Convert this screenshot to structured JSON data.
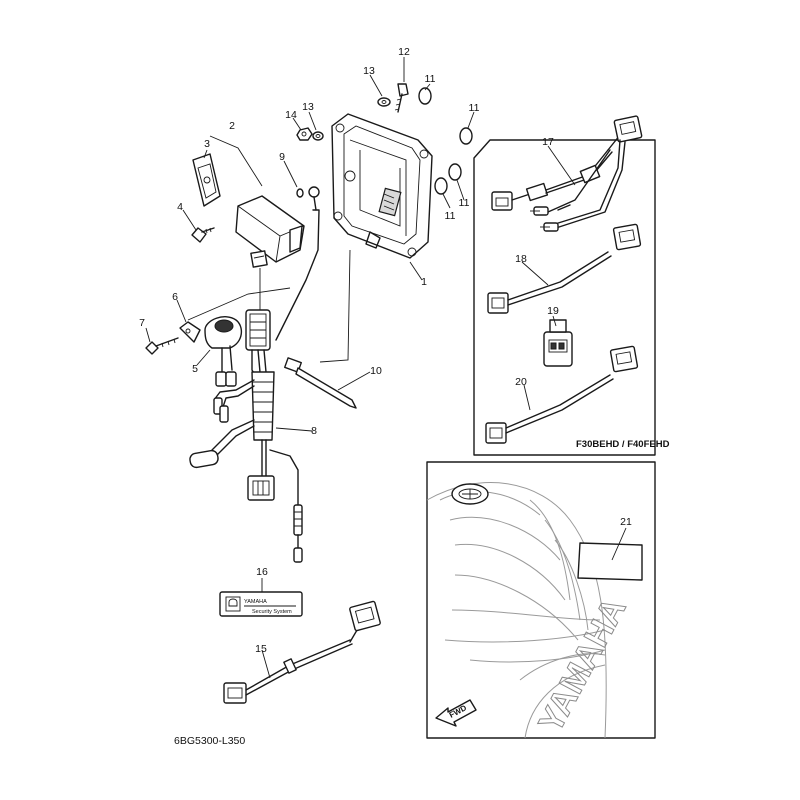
{
  "diagram": {
    "drawing_code": "6BG5300-L350",
    "variant_box_label": "F30BEHD / F40FEHD",
    "fwd_label": "FWD",
    "cowling_brand": "YAMAHA",
    "decal_brand": "YAMAHA",
    "decal_caption": "Security System",
    "callouts": {
      "c1": "1",
      "c2": "2",
      "c3": "3",
      "c4": "4",
      "c5": "5",
      "c6": "6",
      "c7": "7",
      "c8": "8",
      "c9": "9",
      "c10": "10",
      "c11a": "11",
      "c11b": "11",
      "c11c": "11",
      "c11d": "11",
      "c12": "12",
      "c13a": "13",
      "c13b": "13",
      "c14": "14",
      "c15": "15",
      "c16": "16",
      "c17": "17",
      "c18": "18",
      "c19": "19",
      "c20": "20",
      "c21": "21"
    }
  }
}
